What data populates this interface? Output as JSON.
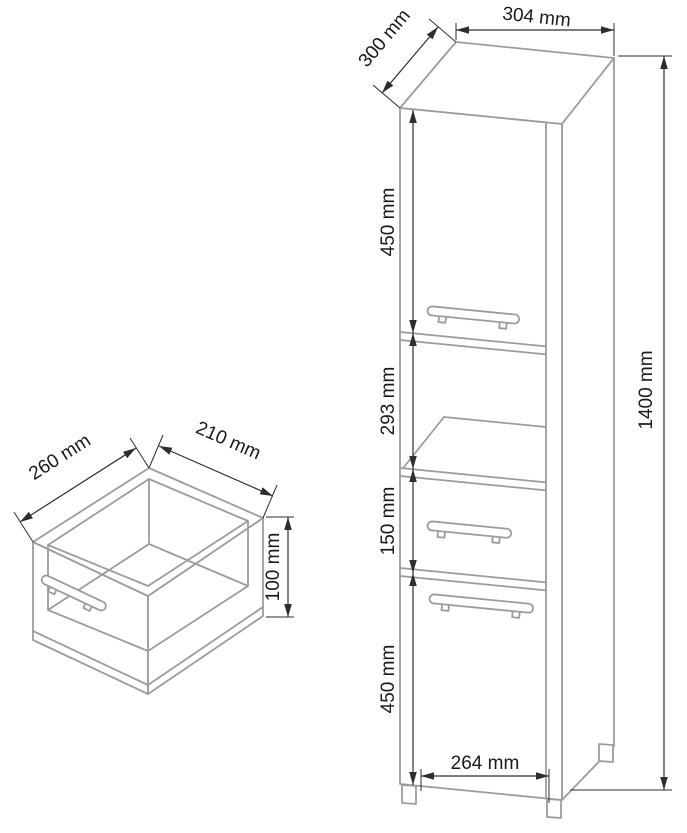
{
  "diagram": {
    "type": "furniture-dimension-drawing",
    "cabinet": {
      "top_width_label": "304 mm",
      "top_depth_label": "300 mm",
      "height_label": "1400 mm",
      "bottom_width_label": "264 mm",
      "section_labels": [
        "450 mm",
        "293 mm",
        "150 mm",
        "450 mm"
      ]
    },
    "drawer_detail": {
      "width_label": "260 mm",
      "depth_label": "210 mm",
      "height_label": "100 mm"
    },
    "colors": {
      "furniture_line": "#9a9c9e",
      "dimension_line": "#2e2e30",
      "label_text": "#1a1a1a",
      "background": "#ffffff"
    }
  }
}
